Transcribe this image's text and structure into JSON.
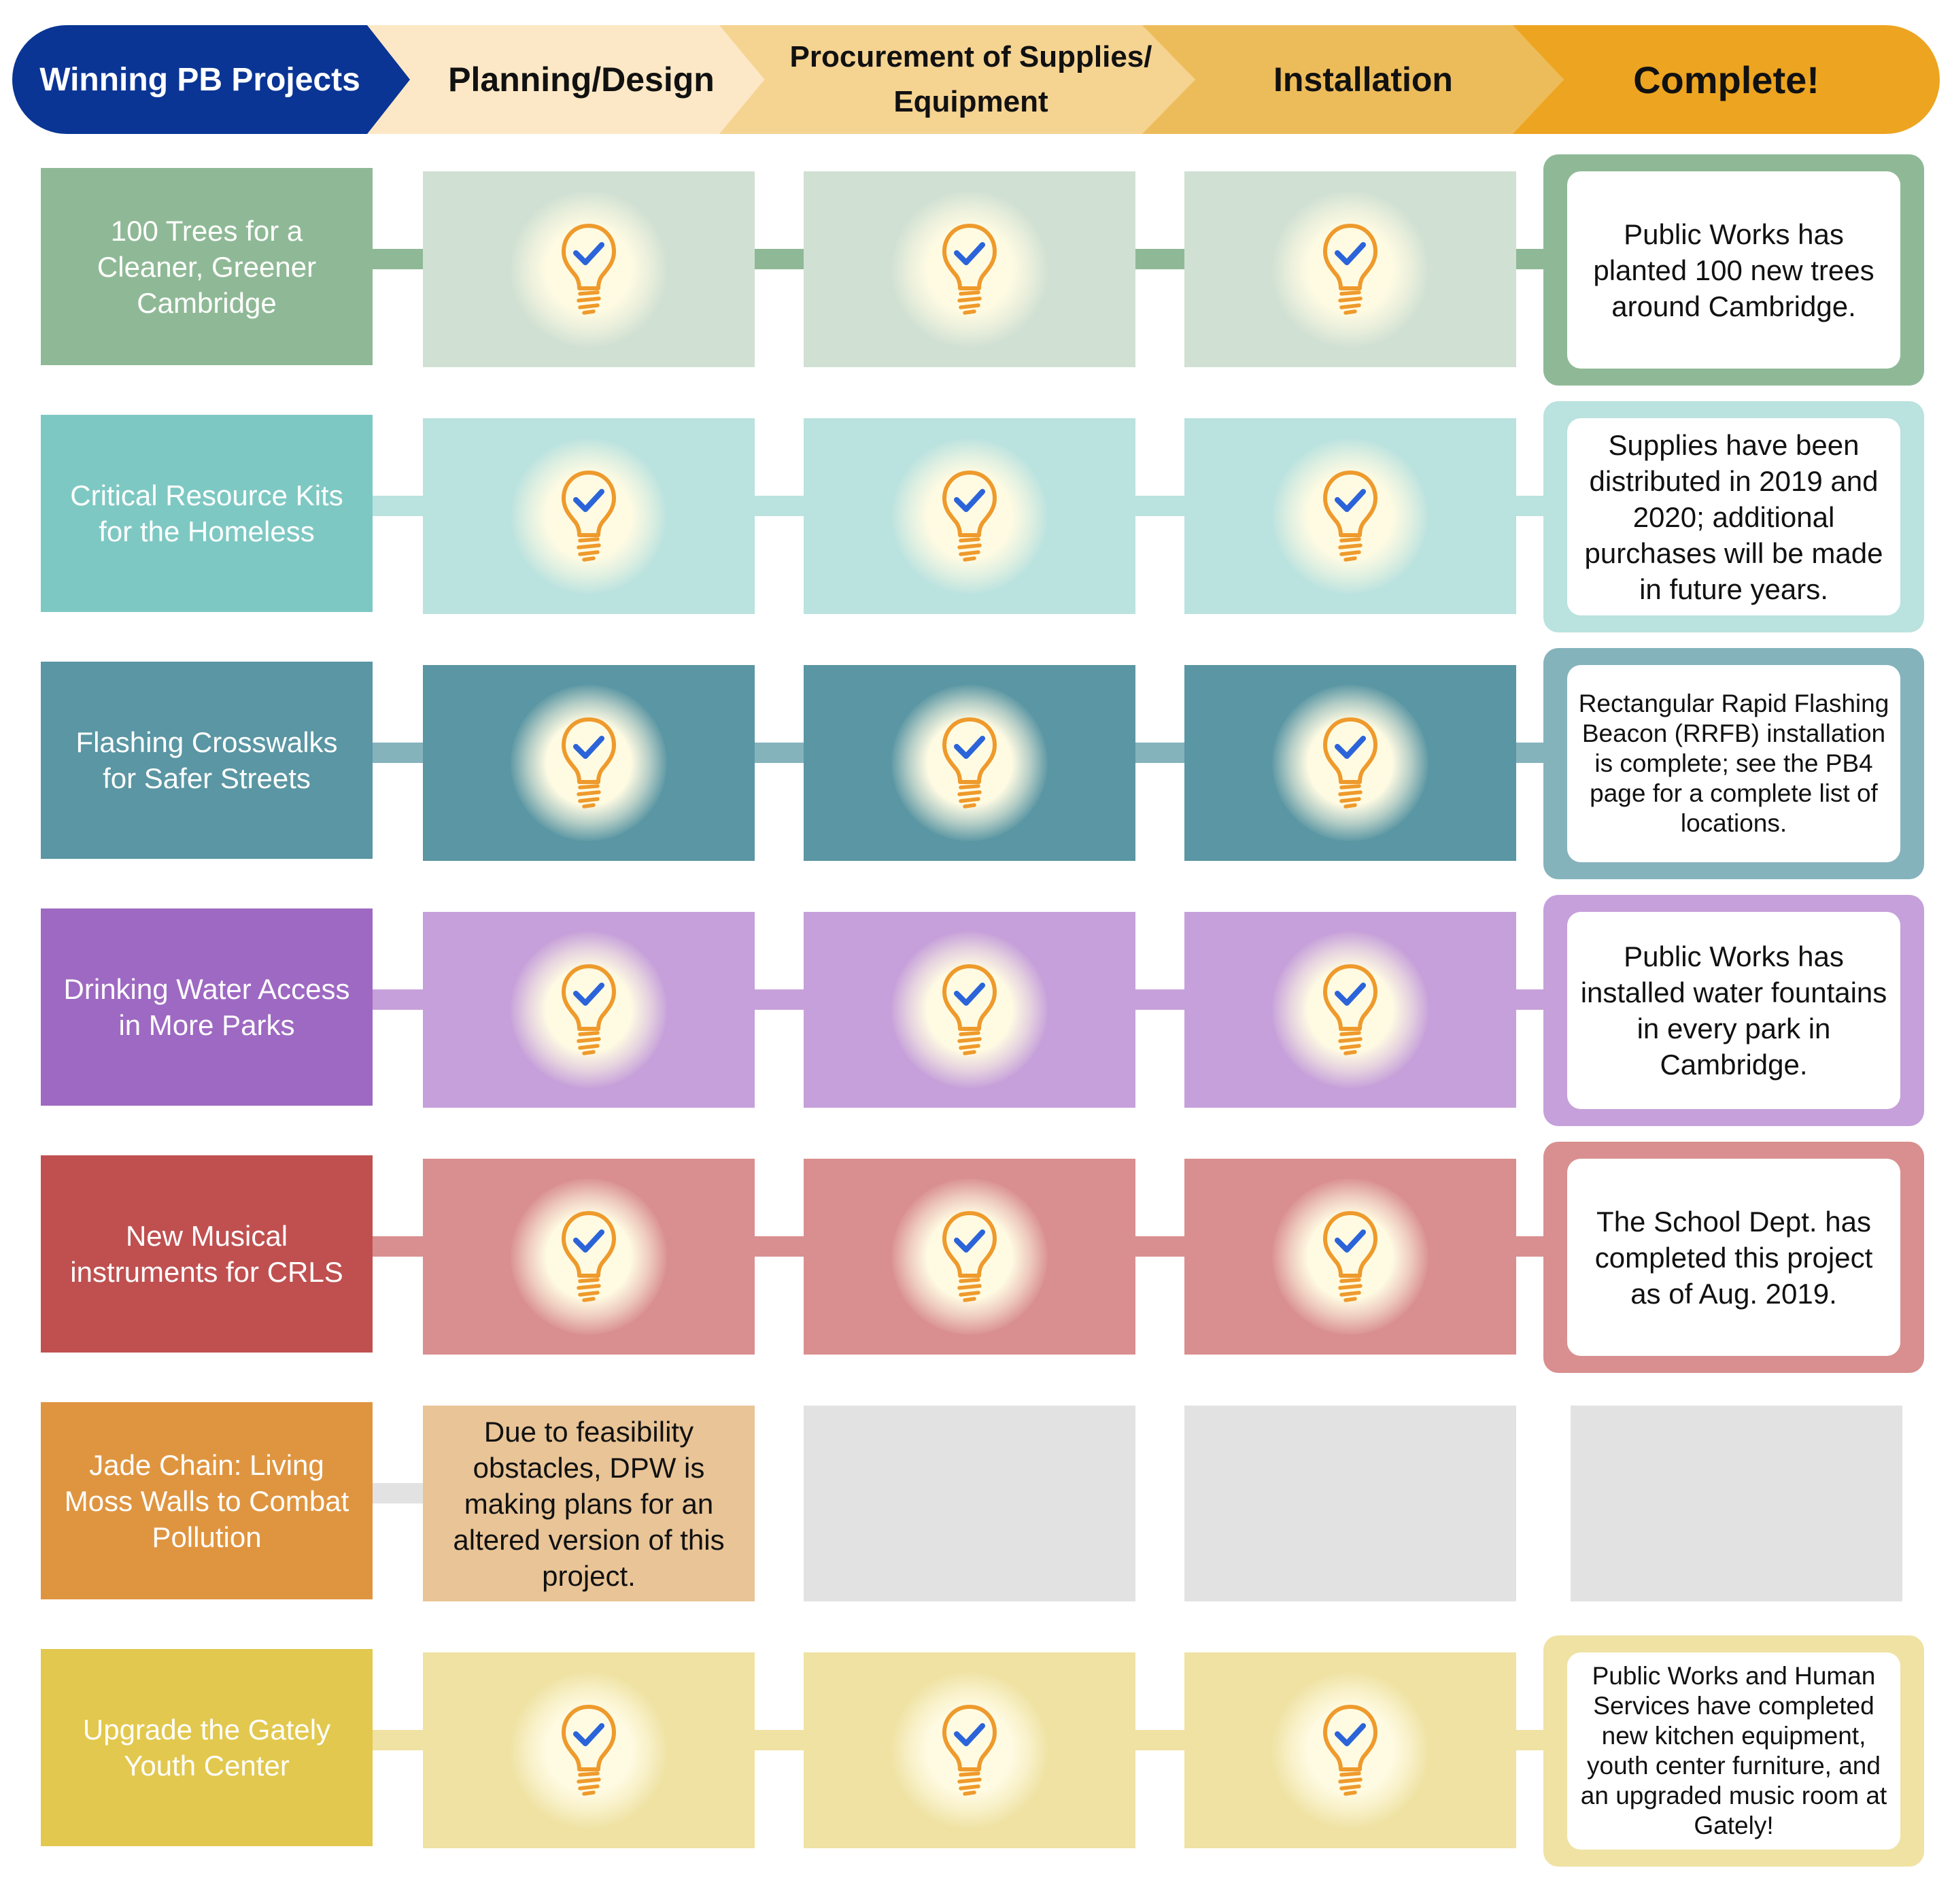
{
  "header": {
    "stages": [
      {
        "label": "Winning PB Projects"
      },
      {
        "label": "Planning/Design"
      },
      {
        "label": "Procurement of Supplies/\nEquipment"
      },
      {
        "label": "Installation"
      },
      {
        "label": "Complete!"
      }
    ],
    "colors": [
      "#0a3595",
      "#fce8c6",
      "#f5d391",
      "#edbc5a",
      "#eda420"
    ]
  },
  "icons": {
    "stage_complete": "lightbulb-check-icon"
  },
  "projects": [
    {
      "name": "100 Trees for a Cleaner, Greener Cambridge",
      "status": "Public Works has planted 100 new trees around Cambridge.",
      "stages_complete": 3,
      "colors": {
        "project": "#8fb996",
        "stage": "#d0e0d3",
        "outer": "#8fb996"
      }
    },
    {
      "name": "Critical Resource Kits for the Homeless",
      "status": "Supplies have been distributed in 2019 and 2020; additional purchases will be made in future years.",
      "stages_complete": 3,
      "colors": {
        "project": "#7ec8c3",
        "stage": "#bae2df",
        "outer": "#bae2df"
      }
    },
    {
      "name": "Flashing Crosswalks for Safer Streets",
      "status": "Rectangular Rapid Flashing Beacon (RRFB) installation is complete; see the PB4 page for a complete list of locations.",
      "stages_complete": 3,
      "colors": {
        "project": "#5a96a3",
        "stage": "#5a96a3",
        "outer": "#85b3bc"
      }
    },
    {
      "name": "Drinking Water Access in More Parks",
      "status": "Public Works has installed water fountains in every park in Cambridge.",
      "stages_complete": 3,
      "colors": {
        "project": "#9e69c2",
        "stage": "#c6a0da",
        "outer": "#c6a0da"
      }
    },
    {
      "name": "New Musical instruments for CRLS",
      "status": "The School Dept. has completed this project as of Aug. 2019.",
      "stages_complete": 3,
      "colors": {
        "project": "#c05050",
        "stage": "#d98f8f",
        "outer": "#d98f8f"
      }
    },
    {
      "name": "Jade Chain: Living Moss Walls to Combat Pollution",
      "status": "Due to feasibility obstacles, DPW is making plans for an altered version of this project.",
      "stages_complete": 0,
      "colors": {
        "project": "#df9540",
        "stage": "#e9c496",
        "outer": "#e2e2e2"
      }
    },
    {
      "name": "Upgrade the Gately Youth Center",
      "status": "Public Works and Human Services have completed new kitchen equipment, youth center furniture, and an upgraded music room at Gately!",
      "stages_complete": 3,
      "colors": {
        "project": "#e2c84e",
        "stage": "#efe2a3",
        "outer": "#efe2a3"
      }
    }
  ]
}
